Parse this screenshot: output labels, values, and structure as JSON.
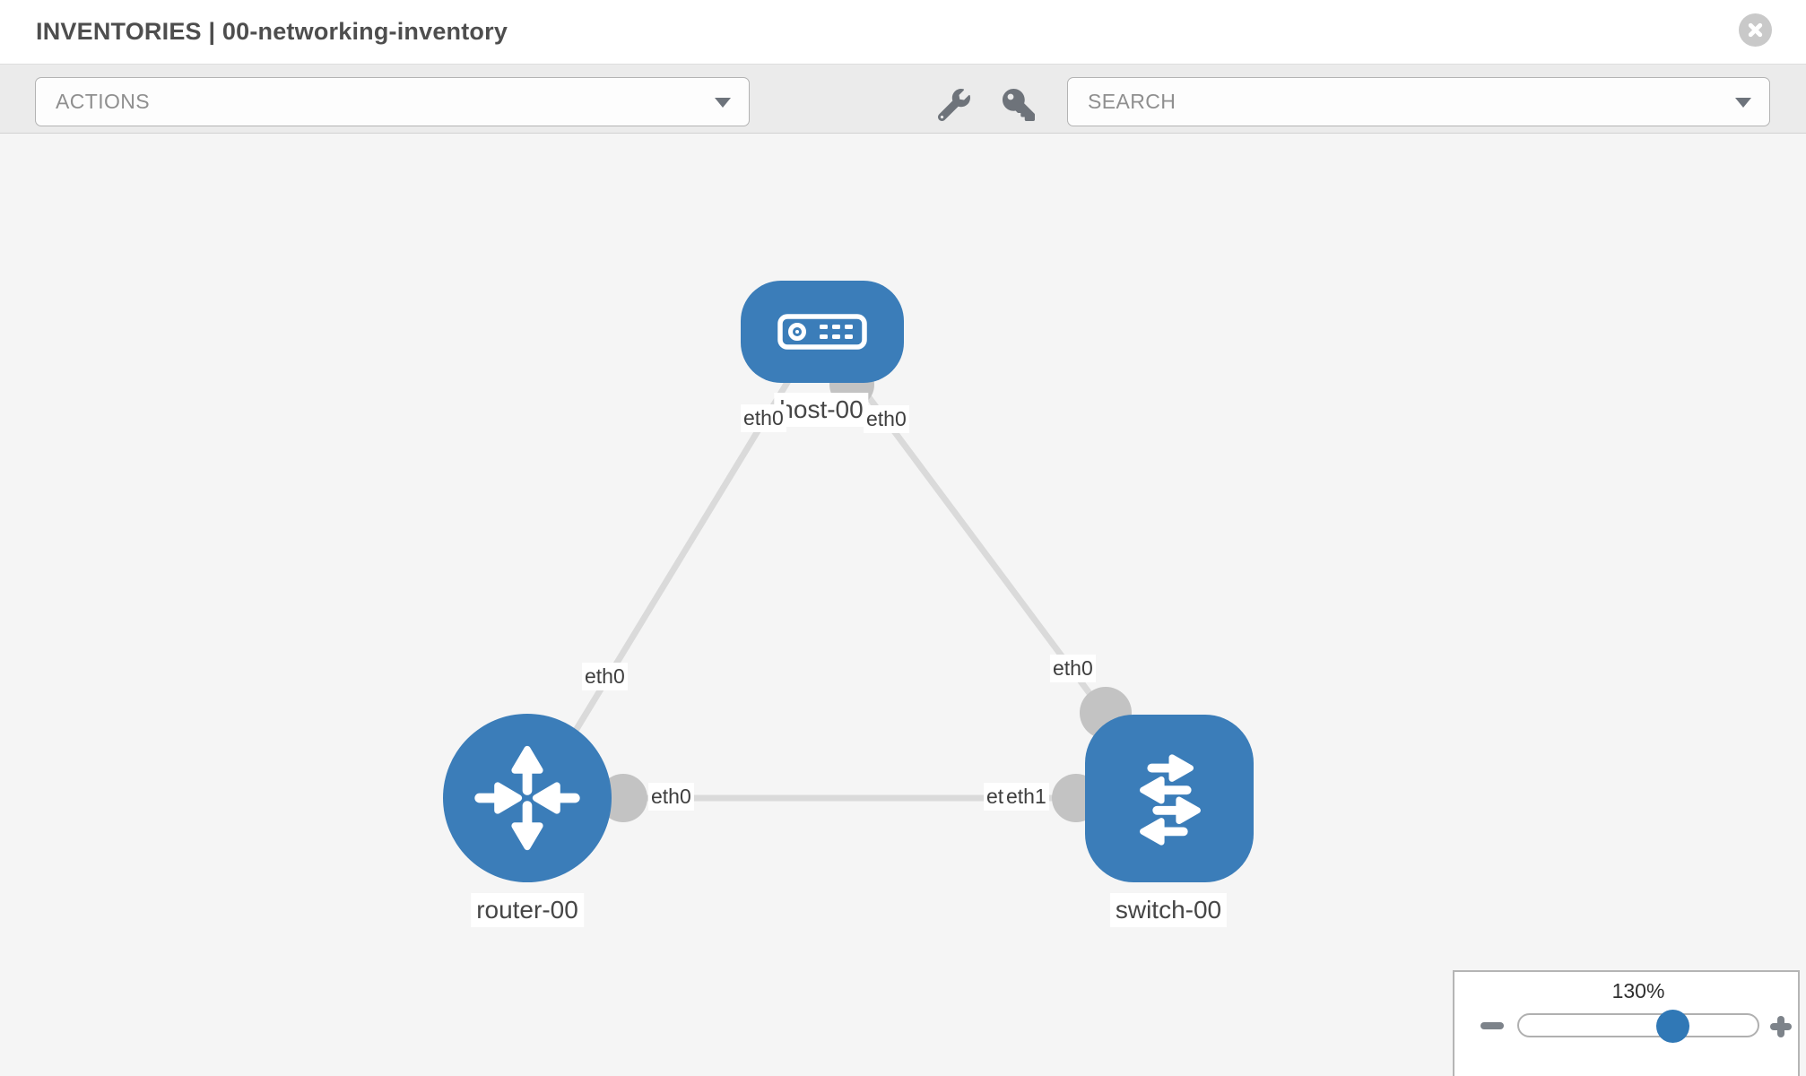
{
  "header": {
    "title": "INVENTORIES | 00-networking-inventory",
    "close_icon": "close-circle-icon"
  },
  "toolbar": {
    "actions": {
      "placeholder": "ACTIONS",
      "caret_icon": "chevron-down-icon"
    },
    "search": {
      "placeholder": "SEARCH",
      "caret_icon": "chevron-down-icon"
    },
    "tools": [
      {
        "icon": "wrench-icon"
      },
      {
        "icon": "key-icon"
      }
    ]
  },
  "topology": {
    "nodes": [
      {
        "label": "host-00",
        "type": "host",
        "shape": "rounded-rect",
        "icon": "server-icon"
      },
      {
        "label": "router-00",
        "type": "router",
        "shape": "circle",
        "icon": "router-arrows-icon"
      },
      {
        "label": "switch-00",
        "type": "switch",
        "shape": "rounded-square",
        "icon": "switch-arrows-icon"
      }
    ],
    "links": [
      {
        "source": "host-00",
        "target": "router-00",
        "source_interface": "eth0",
        "target_interface": "eth0"
      },
      {
        "source": "host-00",
        "target": "switch-00",
        "source_interface": "eth0",
        "target_interface": "eth0"
      },
      {
        "source": "router-00",
        "target": "switch-00",
        "source_interface": "eth0",
        "target_interface": "eth1"
      }
    ],
    "labels": {
      "host": "host-00",
      "router": "router-00",
      "switch": "switch-00",
      "eth_host_left": "eth0",
      "eth_host_right": "eth0",
      "eth_link_router": "eth0",
      "eth_link_switch_top": "eth0",
      "eth_router_port": "eth0",
      "eth_overlap_back": "eth0",
      "eth_overlap_front": "eth1"
    }
  },
  "zoom_control": {
    "level": "130%",
    "minus_icon": "minus-icon",
    "plus_icon": "plus-icon"
  },
  "colors": {
    "node_blue": "#3b7db9",
    "link_gray": "#dadada",
    "connector_gray": "#c3c3c3",
    "canvas_bg": "#f5f5f5",
    "toolbar_bg": "#ebebeb",
    "title_text": "#4e4e4e"
  }
}
